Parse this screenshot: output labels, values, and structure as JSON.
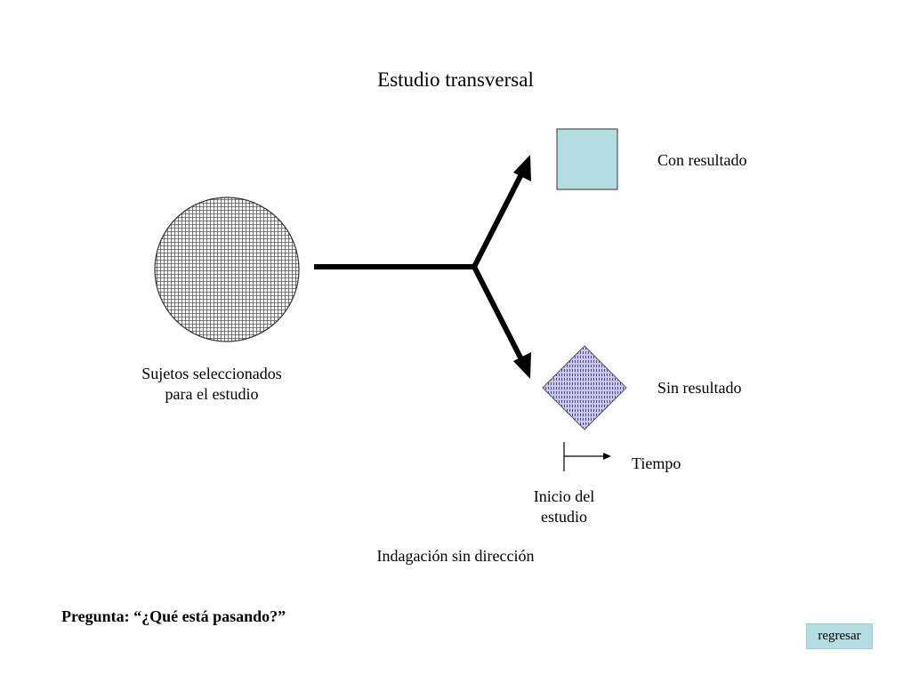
{
  "title": "Estudio transversal",
  "nodes": {
    "with_outcome": "Con resultado",
    "without_outcome": "Sin resultado",
    "subjects_line1": "Sujetos seleccionados",
    "subjects_line2": "para el estudio"
  },
  "timeline": {
    "label": "Tiempo",
    "start_line1": "Inicio del",
    "start_line2": "estudio"
  },
  "caption": "Indagación sin dirección",
  "question": "Pregunta: “¿Qué está pasando?”",
  "back_button": "regresar",
  "colors": {
    "square_fill": "#b3dde0",
    "diamond_fill": "#c8c8ee",
    "button_fill": "#b3dde0"
  }
}
